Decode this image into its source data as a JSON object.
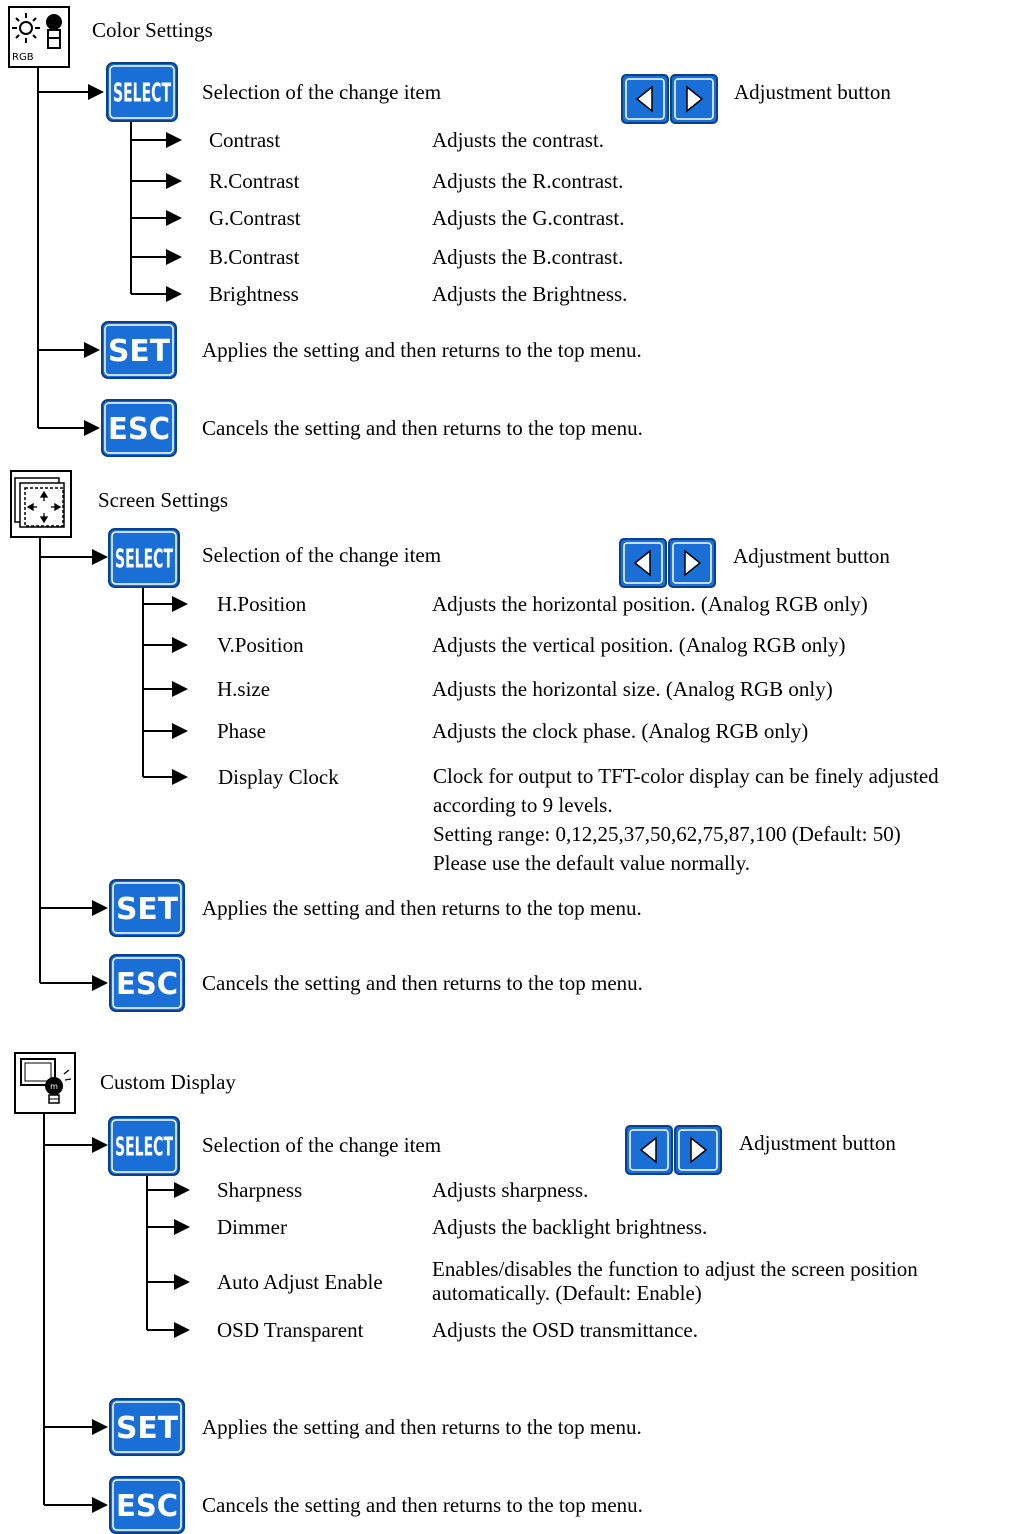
{
  "accent": "#1a6fd6",
  "sections": [
    {
      "title": "Color Settings",
      "icon": "color-settings-icon",
      "icon_text": "RGB",
      "select_label": "SELECT",
      "select_text": "Selection of the change item",
      "adjust_text": "Adjustment button",
      "items": [
        {
          "name": "Contrast",
          "desc": "Adjusts the contrast."
        },
        {
          "name": "R.Contrast",
          "desc": "Adjusts the R.contrast."
        },
        {
          "name": "G.Contrast",
          "desc": "Adjusts the G.contrast."
        },
        {
          "name": "B.Contrast",
          "desc": "Adjusts the B.contrast."
        },
        {
          "name": "Brightness",
          "desc": "Adjusts the Brightness."
        }
      ],
      "set_label": "SET",
      "set_text": "Applies the setting and then returns to the top menu.",
      "esc_label": "ESC",
      "esc_text": "Cancels the setting and then returns to the top menu."
    },
    {
      "title": "Screen Settings",
      "icon": "screen-settings-icon",
      "select_label": "SELECT",
      "select_text": "Selection of the change item",
      "adjust_text": "Adjustment button",
      "items": [
        {
          "name": "H.Position",
          "desc": "Adjusts the horizontal position. (Analog RGB only)"
        },
        {
          "name": "V.Position",
          "desc": "Adjusts the vertical position. (Analog RGB only)"
        },
        {
          "name": "H.size",
          "desc": "Adjusts the horizontal size. (Analog RGB only)"
        },
        {
          "name": "Phase",
          "desc": "Adjusts the clock phase. (Analog RGB only)"
        },
        {
          "name": "Display Clock",
          "desc_lines": [
            "Clock for output to TFT-color display can be finely adjusted",
            "according to 9 levels.",
            "Setting range: 0,12,25,37,50,62,75,87,100 (Default: 50)",
            "Please use the default value normally."
          ]
        }
      ],
      "set_label": "SET",
      "set_text": "Applies the setting and then returns to the top menu.",
      "esc_label": "ESC",
      "esc_text": "Cancels the setting and then returns to the top menu."
    },
    {
      "title": "Custom Display",
      "icon": "custom-display-icon",
      "select_label": "SELECT",
      "select_text": "Selection of the change item",
      "adjust_text": "Adjustment button",
      "items": [
        {
          "name": "Sharpness",
          "desc": "Adjusts sharpness."
        },
        {
          "name": "Dimmer",
          "desc": "Adjusts the backlight brightness."
        },
        {
          "name": "Auto Adjust Enable",
          "desc_lines": [
            "Enables/disables the function to adjust the screen position",
            "automatically. (Default: Enable)"
          ]
        },
        {
          "name": "OSD Transparent",
          "desc": "Adjusts the OSD transmittance."
        }
      ],
      "set_label": "SET",
      "set_text": "Applies the setting and then returns to the top menu.",
      "esc_label": "ESC",
      "esc_text": "Cancels the setting and then returns to the top menu."
    }
  ]
}
